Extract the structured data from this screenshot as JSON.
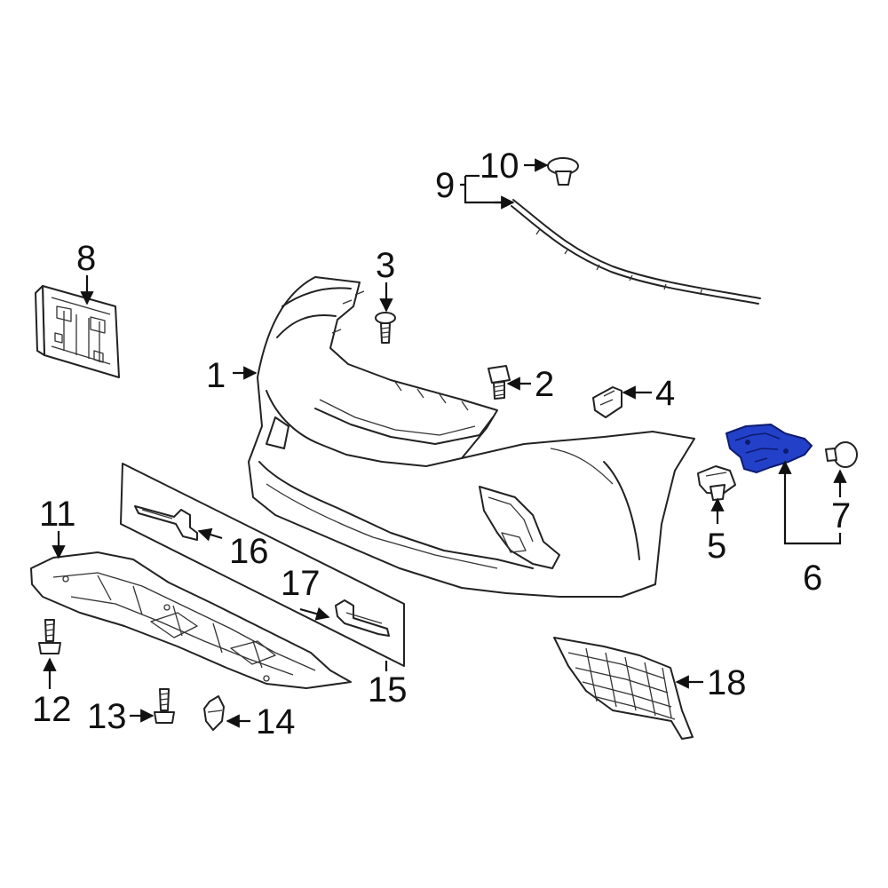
{
  "callouts": {
    "c1": "1",
    "c2": "2",
    "c3": "3",
    "c4": "4",
    "c5": "5",
    "c6": "6",
    "c7": "7",
    "c8": "8",
    "c9": "9",
    "c10": "10",
    "c11": "11",
    "c12": "12",
    "c13": "13",
    "c14": "14",
    "c15": "15",
    "c16": "16",
    "c17": "17",
    "c18": "18"
  },
  "colors": {
    "highlight": "#2340c8",
    "line": "#222222"
  },
  "highlighted_part": "6"
}
